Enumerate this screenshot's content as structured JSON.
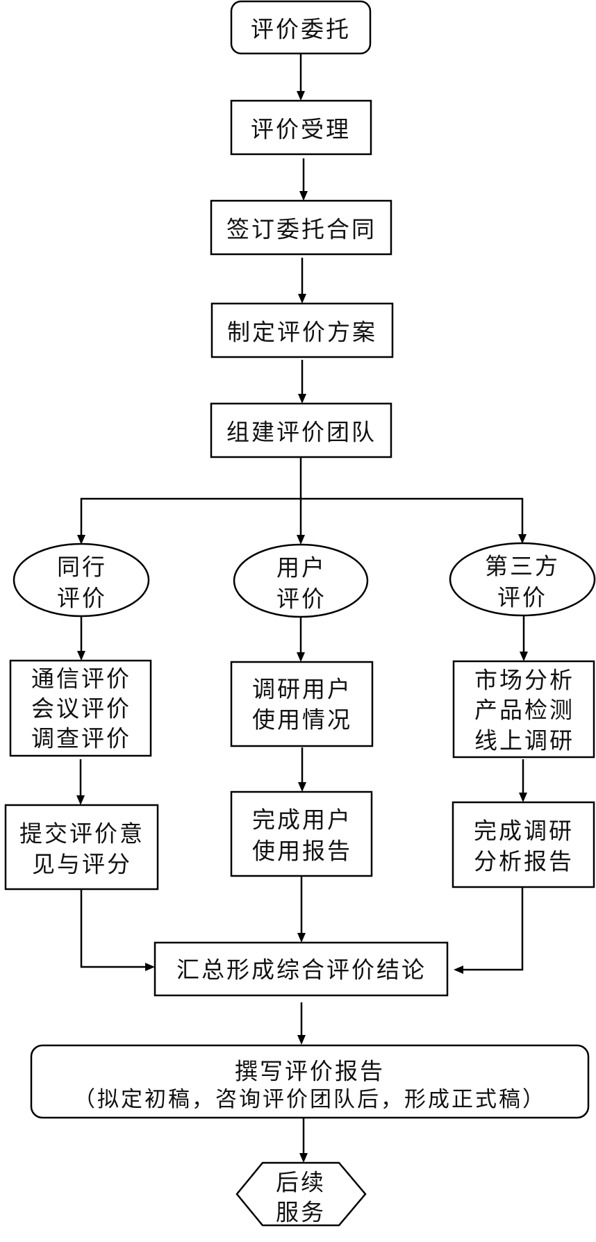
{
  "diagram": {
    "type": "flowchart",
    "colors": {
      "stroke": "#000000",
      "fill": "#ffffff",
      "text": "#111111"
    },
    "nodes": {
      "start": {
        "shape": "rounded-rect",
        "lines": [
          "评价委托"
        ]
      },
      "accept": {
        "shape": "rect",
        "lines": [
          "评价受理"
        ]
      },
      "contract": {
        "shape": "rect",
        "lines": [
          "签订委托合同"
        ]
      },
      "plan": {
        "shape": "rect",
        "lines": [
          "制定评价方案"
        ]
      },
      "team": {
        "shape": "rect",
        "lines": [
          "组建评价团队"
        ]
      },
      "peer": {
        "shape": "ellipse",
        "lines": [
          "同行",
          "评价"
        ]
      },
      "user": {
        "shape": "ellipse",
        "lines": [
          "用户",
          "评价"
        ]
      },
      "third": {
        "shape": "ellipse",
        "lines": [
          "第三方",
          "评价"
        ]
      },
      "peer_methods": {
        "shape": "rect",
        "lines": [
          "通信评价",
          "会议评价",
          "调查评价"
        ]
      },
      "user_survey": {
        "shape": "rect",
        "lines": [
          "调研用户",
          "使用情况"
        ]
      },
      "third_methods": {
        "shape": "rect",
        "lines": [
          "市场分析",
          "产品检测",
          "线上调研"
        ]
      },
      "peer_submit": {
        "shape": "rect",
        "lines": [
          "提交评价意",
          "见与评分"
        ]
      },
      "user_report": {
        "shape": "rect",
        "lines": [
          "完成用户",
          "使用报告"
        ]
      },
      "third_report": {
        "shape": "rect",
        "lines": [
          "完成调研",
          "分析报告"
        ]
      },
      "summary": {
        "shape": "rect",
        "lines": [
          "汇总形成综合评价结论"
        ]
      },
      "report": {
        "shape": "rounded-rect",
        "lines": [
          "撰写评价报告",
          "（拟定初稿，咨询评价团队后，形成正式稿）"
        ]
      },
      "followup": {
        "shape": "hexagon",
        "lines": [
          "后续",
          "服务"
        ]
      }
    },
    "edges": [
      [
        "start",
        "accept"
      ],
      [
        "accept",
        "contract"
      ],
      [
        "contract",
        "plan"
      ],
      [
        "plan",
        "team"
      ],
      [
        "team",
        "peer"
      ],
      [
        "team",
        "user"
      ],
      [
        "team",
        "third"
      ],
      [
        "peer",
        "peer_methods"
      ],
      [
        "user",
        "user_survey"
      ],
      [
        "third",
        "third_methods"
      ],
      [
        "peer_methods",
        "peer_submit"
      ],
      [
        "user_survey",
        "user_report"
      ],
      [
        "third_methods",
        "third_report"
      ],
      [
        "peer_submit",
        "summary"
      ],
      [
        "user_report",
        "summary"
      ],
      [
        "third_report",
        "summary"
      ],
      [
        "summary",
        "report"
      ],
      [
        "report",
        "followup"
      ]
    ]
  }
}
